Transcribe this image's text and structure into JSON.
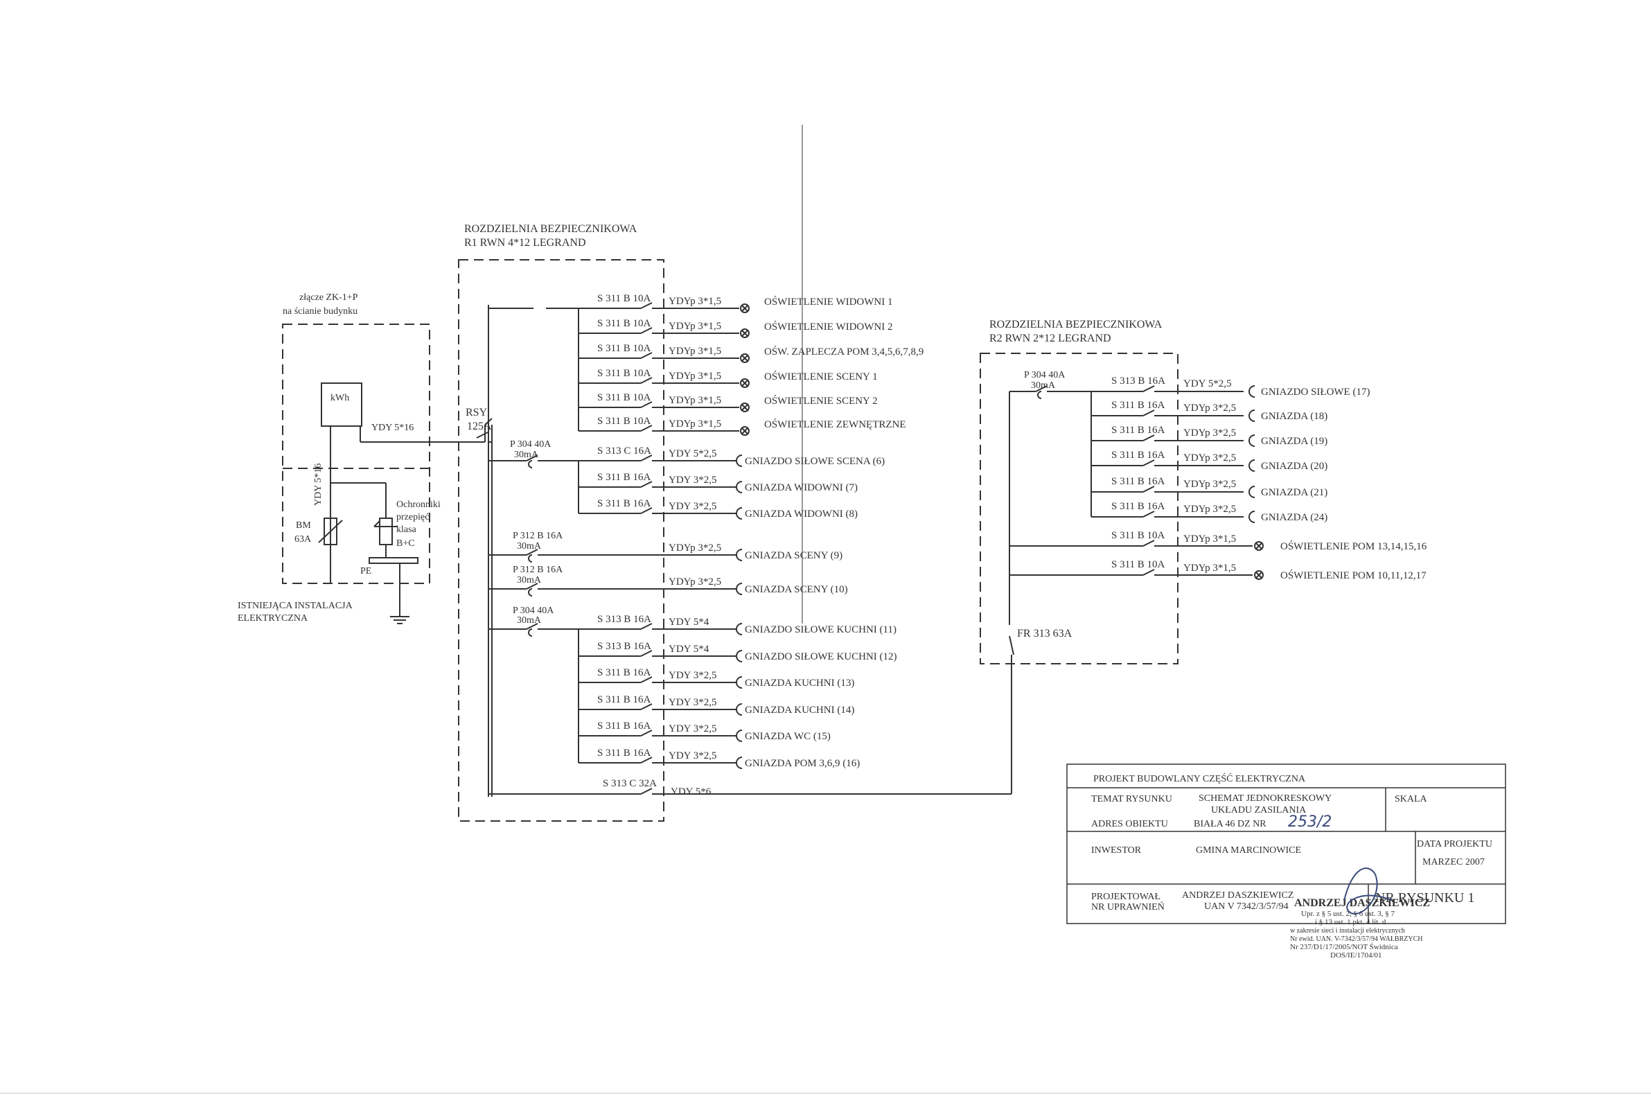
{
  "r1": {
    "title": "ROZDZIELNIA BEZPIECZNIKOWA",
    "subtitle": "R1  RWN 4*12 LEGRAND",
    "main_switch": "RSY",
    "main_rating": "125A",
    "groups": [
      {
        "rcd": null,
        "circuits": [
          {
            "breaker": "S 311 B 10A",
            "cable": "YDYp 3*1,5",
            "load": "OŚWIETLENIE WIDOWNI 1",
            "type": "lamp"
          },
          {
            "breaker": "S 311 B 10A",
            "cable": "YDYp 3*1,5",
            "load": "OŚWIETLENIE WIDOWNI 2",
            "type": "lamp"
          },
          {
            "breaker": "S 311 B 10A",
            "cable": "YDYp 3*1,5",
            "load": "OŚW. ZAPLECZA POM 3,4,5,6,7,8,9",
            "type": "lamp"
          },
          {
            "breaker": "S 311 B 10A",
            "cable": "YDYp 3*1,5",
            "load": "OŚWIETLENIE SCENY 1",
            "type": "lamp"
          },
          {
            "breaker": "S 311 B 10A",
            "cable": "YDYp 3*1,5",
            "load": "OŚWIETLENIE SCENY 2",
            "type": "lamp"
          },
          {
            "breaker": "S 311 B 10A",
            "cable": "YDYp 3*1,5",
            "load": "OŚWIETLENIE ZEWNĘTRZNE",
            "type": "lamp"
          }
        ]
      },
      {
        "rcd": {
          "name": "P 304 40A",
          "trip": "30mA"
        },
        "circuits": [
          {
            "breaker": "S 313 C 16A",
            "cable": "YDY 5*2,5",
            "load": "GNIAZDO SIŁOWE SCENA (6)",
            "type": "socket"
          },
          {
            "breaker": "S 311 B 16A",
            "cable": "YDY 3*2,5",
            "load": "GNIAZDA WIDOWNI (7)",
            "type": "socket"
          },
          {
            "breaker": "S 311 B 16A",
            "cable": "YDY 3*2,5",
            "load": "GNIAZDA WIDOWNI (8)",
            "type": "socket"
          }
        ]
      },
      {
        "rcd": {
          "name": "P 312 B 16A",
          "trip": "30mA"
        },
        "circuits": [
          {
            "breaker": "",
            "cable": "YDYp 3*2,5",
            "load": "GNIAZDA SCENY (9)",
            "type": "socket"
          }
        ]
      },
      {
        "rcd": {
          "name": "P 312 B 16A",
          "trip": "30mA"
        },
        "circuits": [
          {
            "breaker": "",
            "cable": "YDYp 3*2,5",
            "load": "GNIAZDA SCENY (10)",
            "type": "socket"
          }
        ]
      },
      {
        "rcd": {
          "name": "P 304 40A",
          "trip": "30mA"
        },
        "circuits": [
          {
            "breaker": "S 313 B 16A",
            "cable": "YDY 5*4",
            "load": "GNIAZDO SIŁOWE KUCHNI (11)",
            "type": "socket"
          },
          {
            "breaker": "S 313 B 16A",
            "cable": "YDY 5*4",
            "load": "GNIAZDO SIŁOWE KUCHNI (12)",
            "type": "socket"
          },
          {
            "breaker": "S 311 B 16A",
            "cable": "YDY 3*2,5",
            "load": "GNIAZDA KUCHNI (13)",
            "type": "socket"
          },
          {
            "breaker": "S 311 B 16A",
            "cable": "YDY 3*2,5",
            "load": "GNIAZDA KUCHNI (14)",
            "type": "socket"
          },
          {
            "breaker": "S 311 B 16A",
            "cable": "YDY 3*2,5",
            "load": "GNIAZDA WC (15)",
            "type": "socket"
          },
          {
            "breaker": "S 311 B 16A",
            "cable": "YDY 3*2,5",
            "load": "GNIAZDA POM 3,6,9 (16)",
            "type": "socket"
          }
        ]
      }
    ],
    "feeder": {
      "breaker": "S 313 C 32A",
      "cable": "YDY 5*6"
    }
  },
  "r2": {
    "title": "ROZDZIELNIA BEZPIECZNIKOWA",
    "subtitle": "R2  RWN 2*12 LEGRAND",
    "main_switch": "FR 313  63A",
    "rcd": {
      "name": "P 304 40A",
      "trip": "30mA"
    },
    "rcd_circuits": [
      {
        "breaker": "S 313 B 16A",
        "cable": "YDY 5*2,5",
        "load": "GNIAZDO SIŁOWE (17)",
        "type": "socket"
      },
      {
        "breaker": "S 311 B 16A",
        "cable": "YDYp 3*2,5",
        "load": "GNIAZDA (18)",
        "type": "socket"
      },
      {
        "breaker": "S 311 B 16A",
        "cable": "YDYp 3*2,5",
        "load": "GNIAZDA (19)",
        "type": "socket"
      },
      {
        "breaker": "S 311 B 16A",
        "cable": "YDYp 3*2,5",
        "load": "GNIAZDA (20)",
        "type": "socket"
      },
      {
        "breaker": "S 311 B 16A",
        "cable": "YDYp 3*2,5",
        "load": "GNIAZDA (21)",
        "type": "socket"
      },
      {
        "breaker": "S 311 B 16A",
        "cable": "YDYp 3*2,5",
        "load": "GNIAZDA (24)",
        "type": "socket"
      }
    ],
    "direct_circuits": [
      {
        "breaker": "S 311 B 10A",
        "cable": "YDYp 3*1,5",
        "load": "OŚWIETLENIE POM 13,14,15,16",
        "type": "lamp"
      },
      {
        "breaker": "S 311 B 10A",
        "cable": "YDYp 3*1,5",
        "load": "OŚWIETLENIE POM 10,11,12,17",
        "type": "lamp"
      }
    ]
  },
  "connection": {
    "title": "złącze ZK-1+P",
    "subtitle": "na ścianie budynku",
    "meter": "kWh",
    "supply_cable": "YDY 5*16",
    "vertical_cable": "YDY 5*16",
    "fuse_name": "BM",
    "fuse_rating": "63A",
    "surge_l1": "Ochronniki",
    "surge_l2": "przepięć",
    "surge_l3": "klasa",
    "surge_l4": "B+C",
    "pe": "PE",
    "existing_l1": "ISTNIEJĄCA INSTALACJA",
    "existing_l2": "ELEKTRYCZNA"
  },
  "title_block": {
    "project": "PROJEKT BUDOWLANY CZĘŚĆ ELEKTRYCZNA",
    "drawing_topic_label": "TEMAT RYSUNKU",
    "drawing_topic_l1": "SCHEMAT JEDNOKRESKOWY",
    "drawing_topic_l2": "UKŁADU ZASILANIA",
    "scale_label": "SKALA",
    "address_label": "ADRES OBIEKTU",
    "address_value": "BIAŁA 46  DZ NR",
    "address_handwritten": "253/2",
    "investor_label": "INWESTOR",
    "investor_value": "GMINA MARCINOWICE",
    "date_label": "DATA PROJEKTU",
    "date_value": "MARZEC 2007",
    "designer_label_l1": "PROJEKTOWAŁ",
    "designer_label_l2": "NR UPRAWNIEŃ",
    "designer_name": "ANDRZEJ DASZKIEWICZ",
    "designer_license": "UAN V 7342/3/57/94",
    "drawing_no": "NR RYSUNKU 1"
  },
  "stamp": {
    "line1": "ANDRZEJ DASZKIEWICZ",
    "line2": "Upr. z § 5 ust. 2, § 6 ust. 3, § 7",
    "line3": "i § 13 ust. 1 pkt. 4 lit. d",
    "line4": "w zakresie sieci i instalacji elektrycznych",
    "line5": "Nr ewid. UAN. V-7342/3/57/94 WAŁBRZYCH",
    "line6": "Nr 237/D1/17/2005/NOT Świdnica",
    "line7": "DOS/IE/1704/01"
  },
  "colors": {
    "ink": "#333333",
    "paper": "#ffffff",
    "handwriting": "#3a4a7a"
  }
}
